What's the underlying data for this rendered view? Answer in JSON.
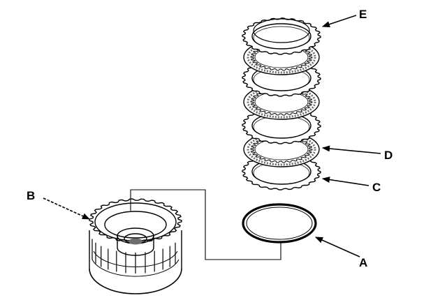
{
  "callouts": {
    "a": "A",
    "b": "B",
    "c": "C",
    "d": "D",
    "e": "E"
  },
  "colors": {
    "ink": "#000000",
    "paper": "#ffffff",
    "shade": "#6e6e6e"
  }
}
